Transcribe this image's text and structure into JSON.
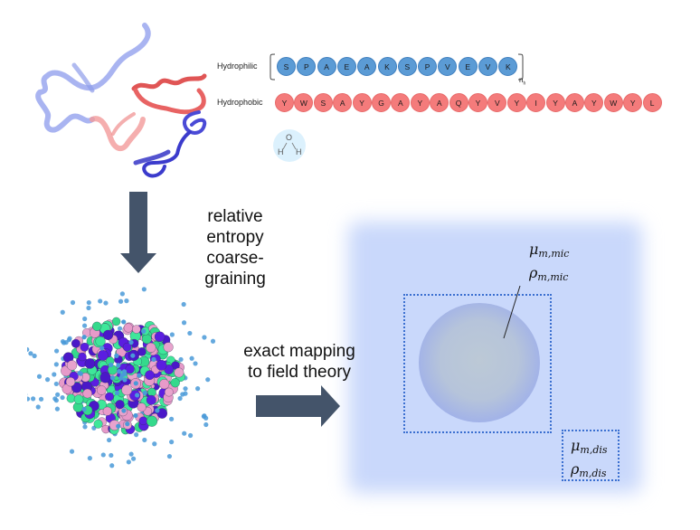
{
  "figure": {
    "protein_structure": {
      "description": "ribbon structure of protein, blue and red segments",
      "icon": "protein-ribbon"
    },
    "sequences": {
      "hydrophilic": {
        "label": "Hydrophilic",
        "residues": [
          "S",
          "P",
          "A",
          "E",
          "A",
          "K",
          "S",
          "P",
          "V",
          "E",
          "V",
          "K"
        ],
        "repeat_label": "n",
        "repeat_subscript": "h",
        "color": "#5b9bd5"
      },
      "hydrophobic": {
        "label": "Hydrophobic",
        "residues": [
          "Y",
          "W",
          "S",
          "A",
          "Y",
          "G",
          "A",
          "Y",
          "A",
          "Q",
          "Y",
          "V",
          "Y",
          "I",
          "Y",
          "A",
          "Y",
          "W",
          "Y",
          "L"
        ],
        "color": "#f47b7b"
      },
      "water": {
        "o": "O",
        "h1": "H",
        "h2": "H",
        "icon": "water-molecule"
      }
    },
    "step1": {
      "lines": [
        "relative",
        "entropy",
        "coarse-",
        "graining"
      ],
      "arrow_color": "#44546a"
    },
    "step2": {
      "lines": [
        "exact mapping",
        "to field theory"
      ],
      "arrow_color": "#44546a"
    },
    "coarse_grained_model": {
      "icon": "bead-cluster"
    },
    "field_theory": {
      "micelle": {
        "mu_symbol": "μ",
        "mu_sub": "m,mic",
        "rho_symbol": "ρ",
        "rho_sub": "m,mic"
      },
      "dispersed": {
        "mu_symbol": "μ",
        "mu_sub": "m,dis",
        "rho_symbol": "ρ",
        "rho_sub": "m,dis"
      },
      "background_color": "#c9d8fb",
      "border_color": "#3a6fd0"
    }
  }
}
